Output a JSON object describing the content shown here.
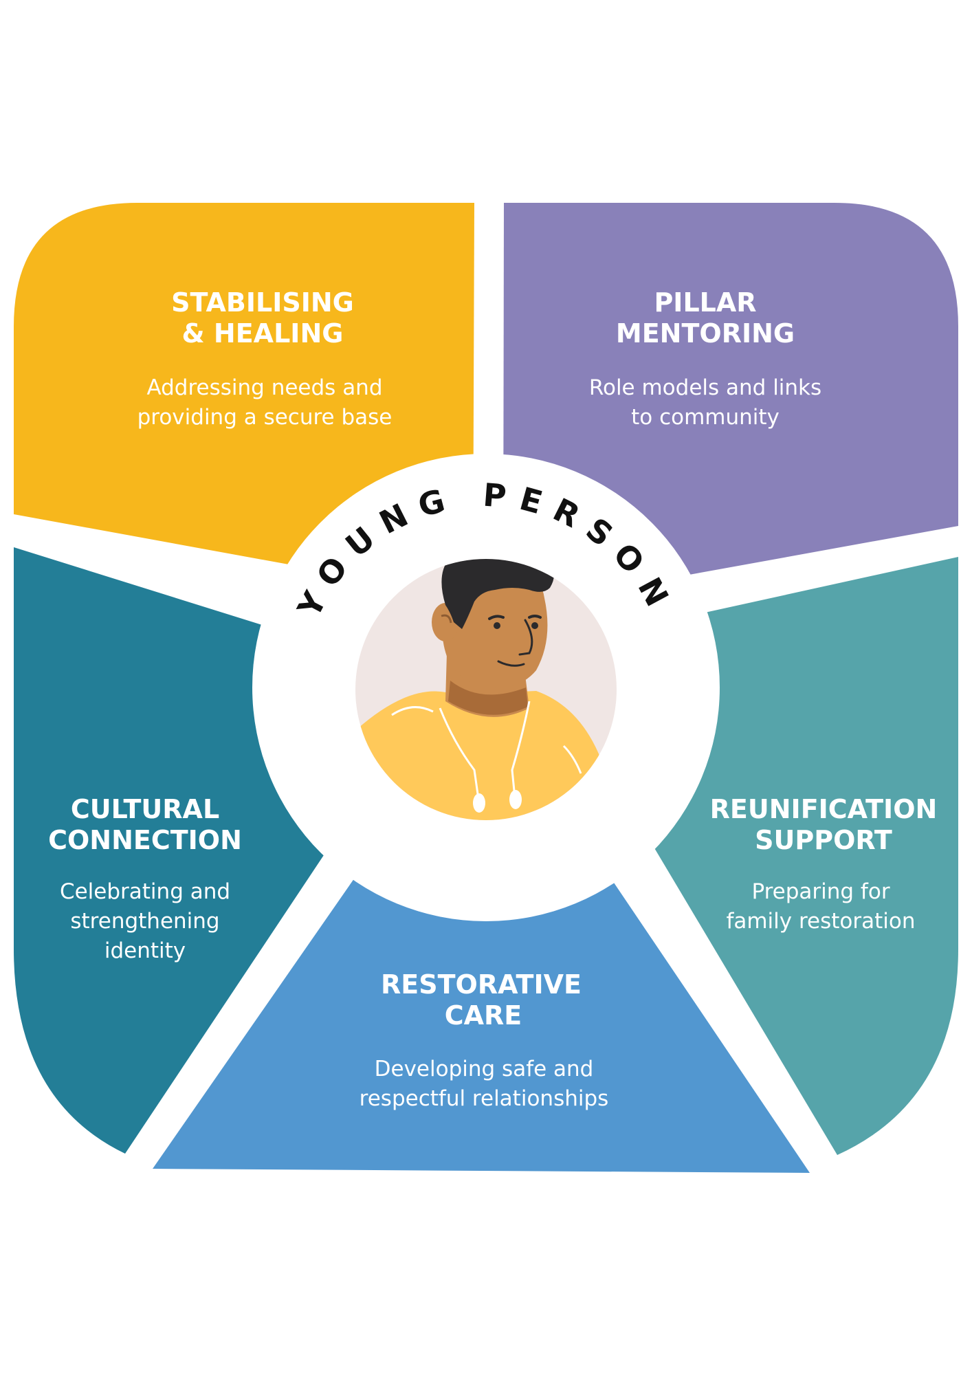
{
  "colors": {
    "stabilising": "#F7B71C",
    "mentoring": "#8981B9",
    "cultural": "#237E97",
    "reunification": "#56A4AA",
    "restorative": "#5297D0",
    "center_ring": "#ffffff",
    "portrait_bg": "#F0E6E4",
    "skin": "#C98A4E",
    "hair": "#2B2A2C",
    "hoodie": "#FFC95A"
  },
  "center": {
    "label": "YOUNG PERSON",
    "icon": "young-person-portrait-icon"
  },
  "segments": {
    "stabilising": {
      "title_lines": [
        "STABILISING",
        "& HEALING"
      ],
      "desc_lines": [
        "Addressing needs and",
        "providing a secure base"
      ]
    },
    "mentoring": {
      "title_lines": [
        "PILLAR",
        "MENTORING"
      ],
      "desc_lines": [
        "Role models and links",
        "to community"
      ]
    },
    "cultural": {
      "title_lines": [
        "CULTURAL",
        "CONNECTION"
      ],
      "desc_lines": [
        "Celebrating and",
        "strengthening",
        "identity"
      ]
    },
    "reunification": {
      "title_lines": [
        "REUNIFICATION",
        "SUPPORT"
      ],
      "desc_lines": [
        "Preparing for",
        "family restoration"
      ]
    },
    "restorative": {
      "title_lines": [
        "RESTORATIVE",
        "CARE"
      ],
      "desc_lines": [
        "Developing safe and",
        "respectful relationships"
      ]
    }
  }
}
